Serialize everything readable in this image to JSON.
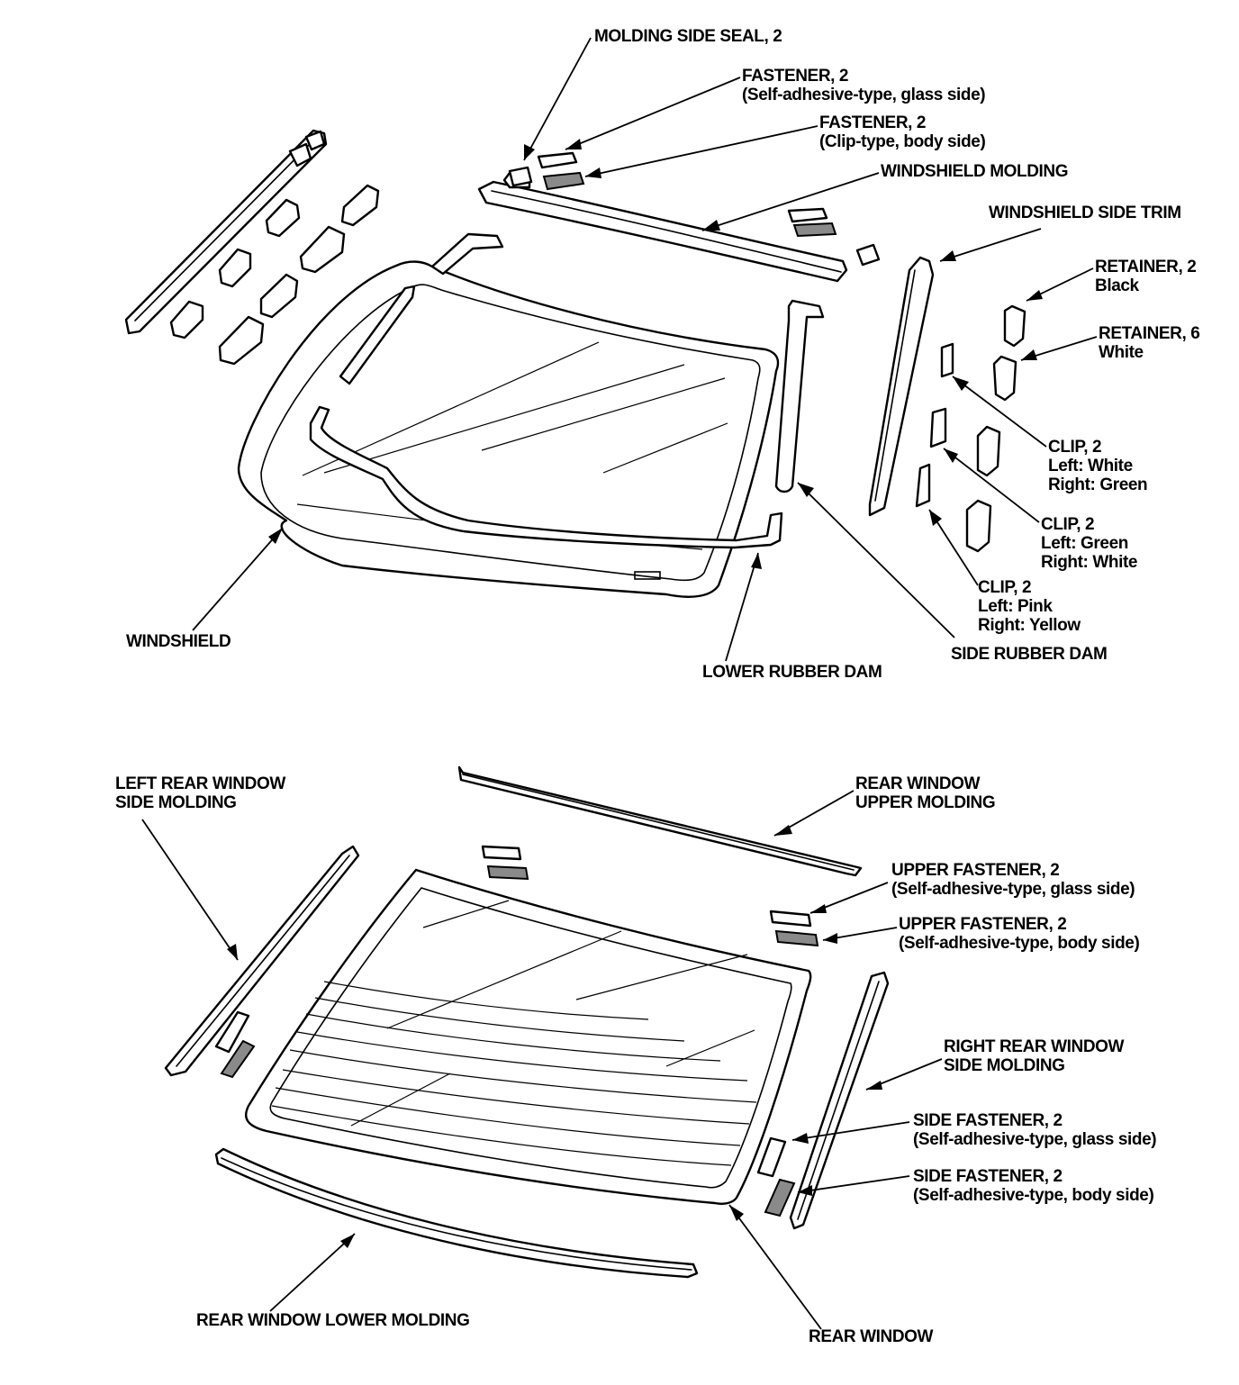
{
  "diagram": {
    "windshield_assembly": {
      "molding_side_seal": "MOLDING SIDE SEAL, 2",
      "fastener_glass_side": [
        "FASTENER, 2",
        "(Self-adhesive-type, glass side)"
      ],
      "fastener_body_side": [
        "FASTENER, 2",
        "(Clip-type, body side)"
      ],
      "windshield_molding": "WINDSHIELD MOLDING",
      "windshield_side_trim": "WINDSHIELD SIDE TRIM",
      "retainer_black": [
        "RETAINER, 2",
        "Black"
      ],
      "retainer_white": [
        "RETAINER, 6",
        "White"
      ],
      "clip_white_green": [
        "CLIP, 2",
        "Left: White",
        "Right: Green"
      ],
      "clip_green_white": [
        "CLIP, 2",
        "Left: Green",
        "Right: White"
      ],
      "clip_pink_yellow": [
        "CLIP, 2",
        "Left: Pink",
        "Right: Yellow"
      ],
      "windshield": "WINDSHIELD",
      "lower_rubber_dam": "LOWER RUBBER DAM",
      "side_rubber_dam": "SIDE RUBBER DAM"
    },
    "rear_window_assembly": {
      "left_side_molding": [
        "LEFT REAR WINDOW",
        "SIDE MOLDING"
      ],
      "upper_molding": [
        "REAR WINDOW",
        "UPPER MOLDING"
      ],
      "upper_fastener_glass_side": [
        "UPPER FASTENER, 2",
        "(Self-adhesive-type, glass side)"
      ],
      "upper_fastener_body_side": [
        "UPPER FASTENER, 2",
        "(Self-adhesive-type, body side)"
      ],
      "right_side_molding": [
        "RIGHT REAR WINDOW",
        "SIDE MOLDING"
      ],
      "side_fastener_glass_side": [
        "SIDE FASTENER, 2",
        "(Self-adhesive-type, glass side)"
      ],
      "side_fastener_body_side": [
        "SIDE FASTENER, 2",
        "(Self-adhesive-type, body side)"
      ],
      "lower_molding": "REAR WINDOW LOWER MOLDING",
      "rear_window": "REAR WINDOW"
    }
  }
}
